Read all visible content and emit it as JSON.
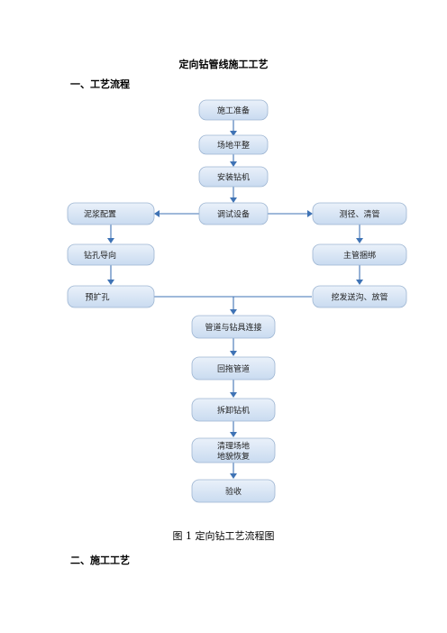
{
  "document": {
    "title": "定向钻管线施工工艺",
    "section1": "一、工艺流程",
    "section2": "二、施工工艺",
    "caption": "图 1 定向钻工艺流程图"
  },
  "flowchart": {
    "steps": {
      "prep": "施工准备",
      "level": "场地平整",
      "install": "安装钻机",
      "debug": "调试设备",
      "mud": "泥浆配置",
      "guide": "钻孔导向",
      "ream": "预扩孔",
      "measure": "测径、清管",
      "weld": "主管捆绑",
      "trench": "挖发送沟、放管",
      "connect": "管道与钻具连接",
      "pullback": "回拖管道",
      "dismantle": "拆卸钻机",
      "clean_line1": "清理场地",
      "clean_line2": "地貌恢复",
      "accept": "验收"
    },
    "colors": {
      "box_fill_top": "#eaf1fa",
      "box_fill_bottom": "#c9dbf0",
      "box_border": "#9db5d2",
      "connector": "#3f73b5"
    }
  }
}
